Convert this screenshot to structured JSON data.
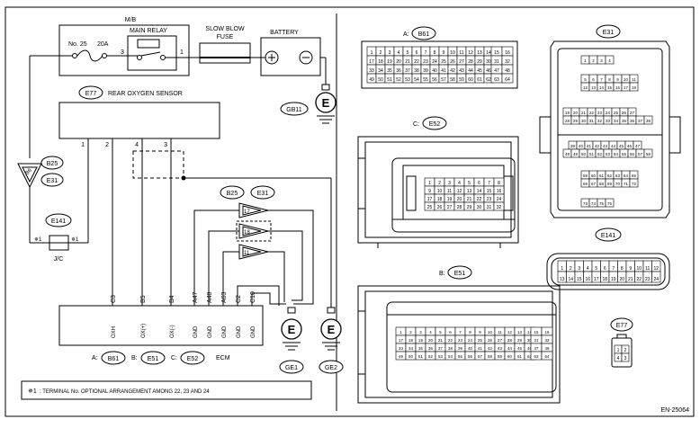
{
  "left": {
    "mb_label": "M/B",
    "main_relay_label": "MAIN RELAY",
    "fuse_label": "No. 25",
    "fuse_amp": "20A",
    "relay_pin3": "3",
    "relay_pin1": "1",
    "slow_blow_line1": "SLOW BLOW",
    "slow_blow_line2": "FUSE",
    "battery_label": "BATTERY",
    "gb11": "GB11",
    "e_glyph": "E",
    "e77_badge": "E77",
    "rear_o2_label": "REAR OXYGEN SENSOR",
    "sensor_pins": [
      "1",
      "2",
      "4",
      "3"
    ],
    "b86": "86",
    "b25_badge": "B25",
    "e31_badge": "E31",
    "e141_badge": "E141",
    "jc_star_left": "✵1",
    "jc_star_right": "✵1",
    "jc_label": "J/C",
    "conn_b25": "B25",
    "conn_e31": "E31",
    "tri_pins": [
      "17",
      "18",
      "11"
    ],
    "ecm_pin_codes": [
      "C3",
      "B5",
      "B4",
      "A47",
      "A48",
      "A63",
      "C2",
      "C10"
    ],
    "ecm_pin_funcs": [
      "OXH",
      "OX(+)",
      "OX(-)",
      "GND",
      "GND",
      "GND",
      "GND",
      "GND"
    ],
    "ge1": "GE1",
    "ge2": "GE2",
    "legend_a_prefix": "A:",
    "legend_a": "B61",
    "legend_b_prefix": "B:",
    "legend_b": "E51",
    "legend_c_prefix": "C:",
    "legend_c": "E52",
    "ecm_label": "ECM",
    "footnote_star": "✵1",
    "footnote_text": ": TERMINAL No. OPTIONAL ARRANGEMENT AMONG 22, 23 AND 24"
  },
  "right": {
    "b61_prefix": "A:",
    "b61": "B61",
    "b61_rows": [
      [
        "1",
        "2",
        "3",
        "4",
        "5",
        "6",
        "7",
        "8",
        "9",
        "10",
        "11",
        "12",
        "13",
        "14"
      ],
      [
        "17",
        "18",
        "19",
        "20",
        "21",
        "22",
        "23",
        "24",
        "25",
        "26",
        "27",
        "28",
        "29",
        "30"
      ],
      [
        "33",
        "34",
        "35",
        "36",
        "37",
        "38",
        "39",
        "40",
        "41",
        "42",
        "43",
        "44",
        "45",
        "46"
      ],
      [
        "49",
        "50",
        "51",
        "52",
        "53",
        "54",
        "55",
        "56",
        "57",
        "58",
        "59",
        "60",
        "61",
        "62"
      ]
    ],
    "b61_side": [
      [
        "15",
        "16"
      ],
      [
        "31",
        "32"
      ],
      [
        "47",
        "48"
      ],
      [
        "63",
        "64"
      ]
    ],
    "e52_prefix": "C:",
    "e52": "E52",
    "e52_rows": [
      [
        "1",
        "2",
        "3",
        "4",
        "5",
        "6",
        "7",
        "8"
      ],
      [
        "9",
        "10",
        "11",
        "12",
        "13",
        "14",
        "15",
        "16"
      ],
      [
        "17",
        "18",
        "19",
        "20",
        "21",
        "22",
        "23",
        "24"
      ],
      [
        "25",
        "26",
        "27",
        "28",
        "29",
        "30",
        "31",
        "32"
      ]
    ],
    "e51_prefix": "B:",
    "e51": "E51",
    "e51_rows": [
      [
        "1",
        "2",
        "3",
        "4",
        "5",
        "6",
        "7",
        "8",
        "9",
        "10",
        "11",
        "12",
        "13",
        "14"
      ],
      [
        "17",
        "18",
        "19",
        "20",
        "21",
        "22",
        "23",
        "24",
        "25",
        "26",
        "27",
        "28",
        "29",
        "30"
      ],
      [
        "33",
        "34",
        "35",
        "36",
        "37",
        "38",
        "39",
        "40",
        "41",
        "42",
        "43",
        "44",
        "45",
        "46"
      ],
      [
        "49",
        "50",
        "51",
        "52",
        "53",
        "54",
        "55",
        "56",
        "57",
        "58",
        "59",
        "60",
        "61",
        "62"
      ]
    ],
    "e51_side": [
      [
        "15",
        "16"
      ],
      [
        "31",
        "32"
      ],
      [
        "47",
        "48"
      ],
      [
        "63",
        "64"
      ]
    ],
    "e31": "E31",
    "e31_rows": [
      [
        "1",
        "2",
        "3",
        "4"
      ],
      [
        "5",
        "6",
        "7",
        "8",
        "9",
        "10",
        "11"
      ],
      [
        "12",
        "13",
        "14",
        "15",
        "16",
        "17",
        "18"
      ],
      [
        "19",
        "20",
        "21",
        "22",
        "23",
        "24",
        "25",
        "26",
        "27"
      ],
      [
        "28",
        "29",
        "30",
        "31",
        "32",
        "33",
        "34",
        "35",
        "36",
        "37",
        "38"
      ],
      [
        "39",
        "40",
        "41",
        "42",
        "43",
        "44",
        "45",
        "46",
        "47"
      ],
      [
        "48",
        "49",
        "50",
        "51",
        "52",
        "53",
        "54",
        "55",
        "56",
        "57",
        "58"
      ],
      [
        "59",
        "60",
        "61",
        "62",
        "63",
        "64",
        "65"
      ],
      [
        "66",
        "67",
        "68",
        "69",
        "70",
        "71",
        "72"
      ],
      [
        "73",
        "74",
        "75",
        "76"
      ]
    ],
    "e141": "E141",
    "e141_rows": [
      [
        "1",
        "2",
        "3",
        "4",
        "5",
        "6",
        "7",
        "8",
        "9",
        "10",
        "11",
        "12"
      ],
      [
        "13",
        "14",
        "15",
        "16",
        "17",
        "18",
        "19",
        "20",
        "21",
        "22",
        "23",
        "24"
      ]
    ],
    "e77": "E77",
    "e77_rows": [
      [
        "1",
        "2"
      ],
      [
        "4",
        "3"
      ]
    ],
    "doc_id": "EN-25064"
  }
}
